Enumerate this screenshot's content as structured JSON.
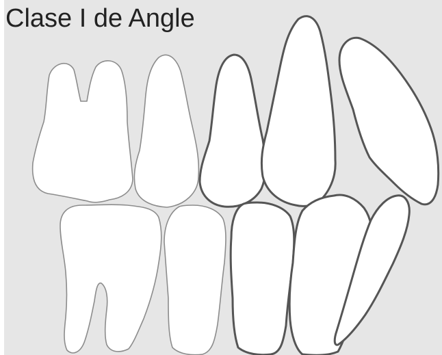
{
  "title": "Clase I de Angle",
  "colors": {
    "background": "#e6e6e6",
    "tooth_fill": "#ffffff",
    "outline_thin": "#8c8c8c",
    "outline_thick": "#555555",
    "title_text": "#222222"
  },
  "upper_teeth": [
    {
      "id": "upper-first-molar",
      "shape": "two-root molar"
    },
    {
      "id": "upper-second-premolar",
      "shape": "premolar"
    },
    {
      "id": "upper-first-premolar",
      "shape": "premolar"
    },
    {
      "id": "upper-canine",
      "shape": "canine"
    },
    {
      "id": "upper-lateral-incisor",
      "shape": "incisor"
    }
  ],
  "lower_teeth": [
    {
      "id": "lower-first-molar",
      "shape": "two-root molar"
    },
    {
      "id": "lower-second-premolar",
      "shape": "premolar"
    },
    {
      "id": "lower-first-premolar",
      "shape": "premolar"
    },
    {
      "id": "lower-canine",
      "shape": "canine"
    },
    {
      "id": "lower-lateral-incisor",
      "shape": "incisor"
    }
  ]
}
